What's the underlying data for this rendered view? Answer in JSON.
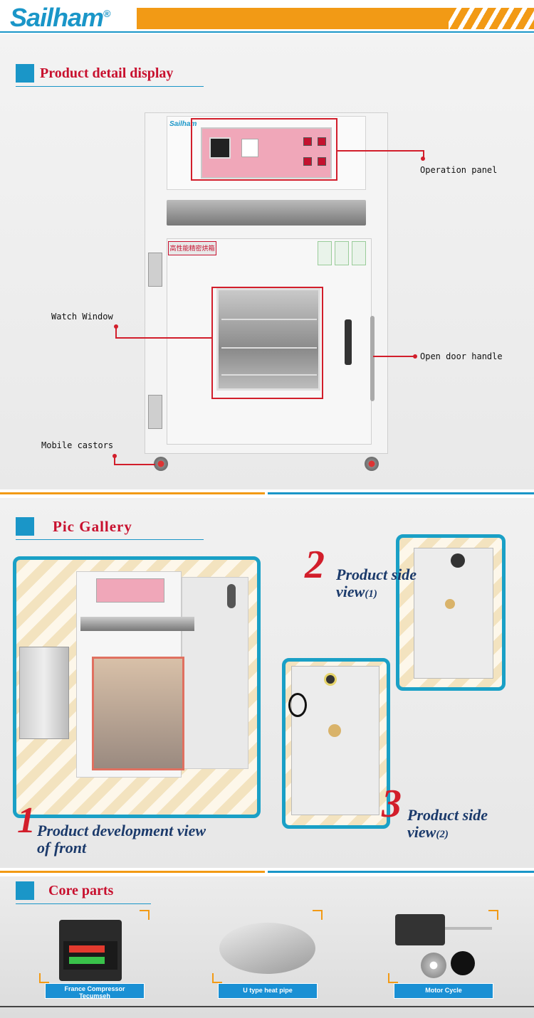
{
  "header": {
    "brand": "Sailham",
    "registered": "®"
  },
  "section1": {
    "title": "Product detail display",
    "oven_logo": "Sailham",
    "door_label": "高性能精密烘箱",
    "callouts": {
      "operation_panel": "Operation panel",
      "watch_window": "Watch Window",
      "open_door_handle": "Open door handle",
      "mobile_castors": "Mobile castors"
    }
  },
  "section2": {
    "title": "Pic Gallery",
    "items": [
      {
        "num": "1",
        "label_line1": "Product development view",
        "label_line2": "of front"
      },
      {
        "num": "2",
        "label_line1": "Product side",
        "label_line2": "view",
        "suffix": "(1)"
      },
      {
        "num": "3",
        "label_line1": "Product side",
        "label_line2": "view",
        "suffix": "(2)"
      }
    ]
  },
  "section3": {
    "title": "Core parts",
    "items": [
      {
        "label_line1": "France Compressor",
        "label_line2": "Tecumseh"
      },
      {
        "label_line1": "U type heat pipe",
        "label_line2": ""
      },
      {
        "label_line1": "Motor Cycle",
        "label_line2": ""
      }
    ]
  },
  "colors": {
    "accent_blue": "#1a96c8",
    "accent_orange": "#f29a15",
    "title_red": "#c8102e",
    "highlight_red": "#d21e2b"
  }
}
